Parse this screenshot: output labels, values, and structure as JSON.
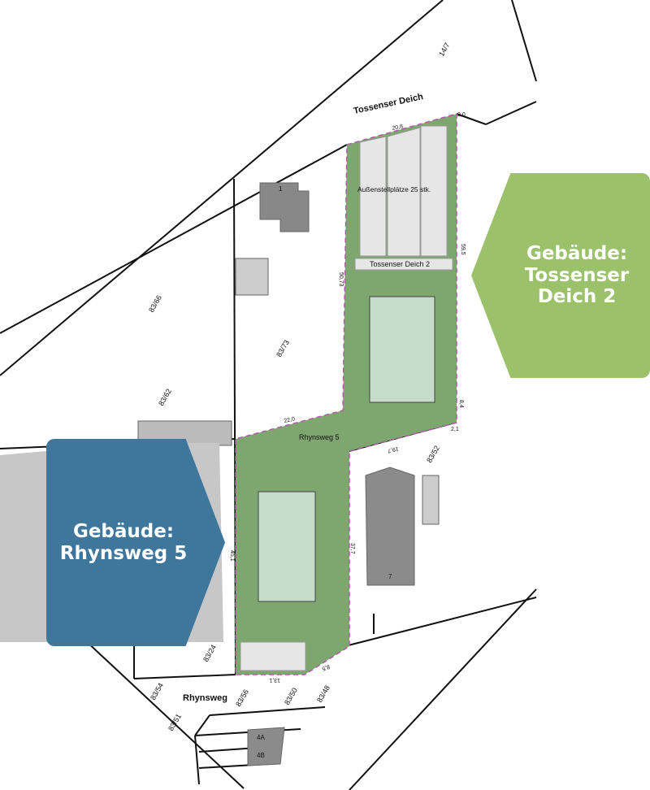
{
  "streets": {
    "top": "Tossenser Deich",
    "bottom": "Rhynsweg"
  },
  "sites": {
    "north_address": "Tossenser Deich 2",
    "south_address": "Rhynsweg 5",
    "parking": "Außenstellplätze 25 stk."
  },
  "parcels": [
    "14/7",
    "83/66",
    "83/73",
    "83/62",
    "83/52",
    "83/24",
    "83/54",
    "83/56",
    "83/50",
    "83/48",
    "83/51"
  ],
  "measurements": [
    "20,8",
    "2,0",
    "59,5",
    "50,73",
    "22,0",
    "8,4",
    "19,7",
    "2,1",
    "37,7",
    "45,1",
    "13,1",
    "8,5"
  ],
  "buildings": [
    "1",
    "7",
    "4A",
    "4B"
  ],
  "callouts": {
    "north": {
      "line1": "Gebäude:",
      "line2": "Tossenser",
      "line3": "Deich 2",
      "color": "#9bc26b"
    },
    "south": {
      "line1": "Gebäude:",
      "line2": "Rhynsweg 5",
      "color": "#3f769c"
    }
  }
}
